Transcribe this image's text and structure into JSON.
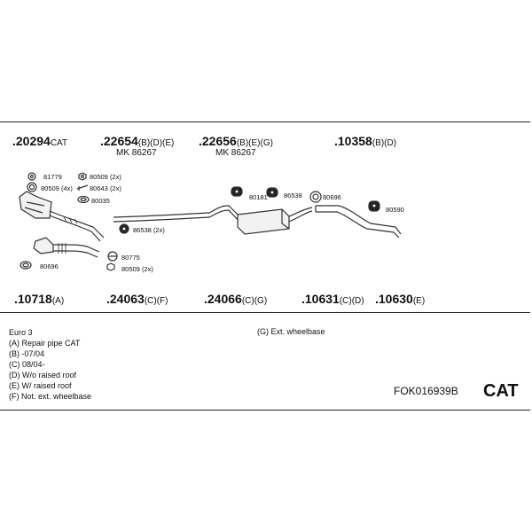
{
  "top_parts": [
    {
      "num": ".20294",
      "suffix": "CAT",
      "sub": ""
    },
    {
      "num": ".22654",
      "suffix": "(B)(D)(E)",
      "sub": "MK  86267"
    },
    {
      "num": ".22656",
      "suffix": "(B)(E)(G)",
      "sub": "MK  86267"
    },
    {
      "num": ".10358",
      "suffix": "(B)(D)",
      "sub": ""
    }
  ],
  "bottom_parts": [
    {
      "num": ".10718",
      "suffix": "(A)"
    },
    {
      "num": ".24063",
      "suffix": "(C)(F)"
    },
    {
      "num": ".24066",
      "suffix": "(C)(G)"
    },
    {
      "num": ".10631",
      "suffix": "(C)(D)"
    },
    {
      "num": ".10630",
      "suffix": "(E)"
    }
  ],
  "callouts": {
    "c81779": "81779",
    "c80509_4x": "80509 (4x)",
    "c80509_2x_a": "80509 (2x)",
    "c80643_2x": "80643 (2x)",
    "c80035": "80035",
    "c86538_2x": "86538 (2x)",
    "c80775": "80775",
    "c80509_2x_b": "80509 (2x)",
    "c80696_a": "80696",
    "c80181": "80181",
    "c86538": "86538",
    "c80696_b": "80696",
    "c80590": "80590"
  },
  "notes": [
    "Euro 3",
    "(A) Repair pipe CAT",
    "(B) -07/04",
    "(C) 08/04-",
    "(D) W/o raised roof",
    "(E) W/ raised roof",
    "(F) Not. ext. wheelbase"
  ],
  "note_g": "(G) Ext. wheelbase",
  "product_code": "FOK016939B",
  "category": "CAT"
}
